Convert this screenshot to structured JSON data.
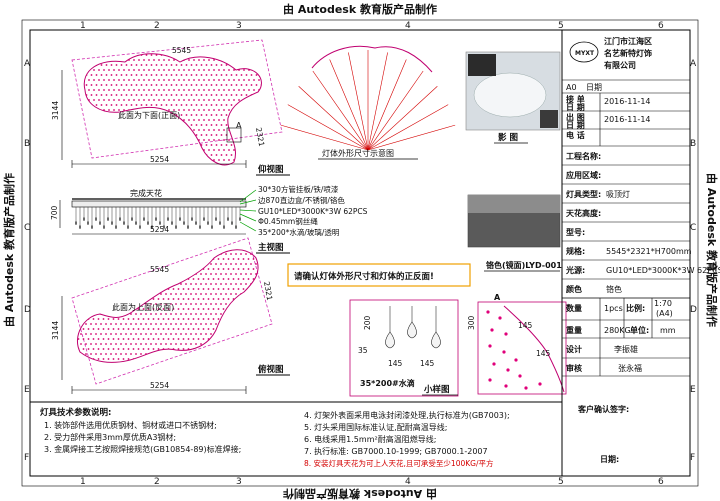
{
  "watermark": "由 Autodesk 教育版产品制作",
  "zones": {
    "columns": [
      "1",
      "2",
      "3",
      "4",
      "5",
      "6"
    ],
    "rows": [
      "A",
      "B",
      "C",
      "D",
      "E",
      "F"
    ]
  },
  "top_view": {
    "width_dim": "5545",
    "height_dim": "3144",
    "diag_dim": "2321",
    "bottom_dim": "5254",
    "note": "此面为下面(正面)",
    "detail_marker": "A",
    "title": "仰视图"
  },
  "shape_diagram": {
    "title": "灯体外形尺寸示意图"
  },
  "front_view": {
    "ceiling": "完成天花",
    "height_dim": "700",
    "width_dim": "5254",
    "title": "主视图",
    "specs": [
      "30*30方管挂板/铁/喷漆",
      "边870直边盒/不锈钢/铬色",
      "GU10*LED*3000K*3W 62PCS",
      "Φ0.45mm钢丝绳",
      "35*200*水滴/玻璃/透明"
    ]
  },
  "bottom_view": {
    "width_dim": "5545",
    "height_dim": "3144",
    "diag_dim": "2321",
    "bottom_dim": "5254",
    "note": "此面为上面(反面)",
    "title": "俯视图"
  },
  "notice": "请确认灯体外形尺寸和灯体的正反面!",
  "photo_caption": "影 图",
  "sample_caption": "铬色(镜面)LYD-001",
  "sample_view": {
    "dims": [
      "200",
      "35",
      "145",
      "145"
    ],
    "caption": "35*200#水滴",
    "title": "小样图"
  },
  "detail_a": {
    "title": "A",
    "dims": [
      "300",
      "145",
      "145"
    ]
  },
  "tech": {
    "title": "灯具技术参数说明:",
    "left": [
      "1. 装饰部件选用优质钢材、铜材或进口不锈钢材;",
      "2. 受力部件采用3mm厚优质A3钢材;",
      "3. 金属焊接工艺按照焊接规范(GB10854-89)标准焊接;"
    ],
    "right": [
      "4. 灯架外表面采用电泳封闭漆处理,执行标准为(GB7003);",
      "5. 灯头采用国际标准认证,配耐高温导线;",
      "6. 电线采用1.5mm²耐高温阻燃导线;",
      "7. 执行标准: GB7000.10-1999; GB7000.1-2007"
    ],
    "warning": "8. 安装灯具天花为可上人天花,且可承受至少100KG/平方"
  },
  "title_block": {
    "company_lines": [
      "江门市江海区",
      "名艺新特灯饰",
      "有限公司"
    ],
    "logo_text": "MYXT",
    "paper": "A0",
    "sheet": "日期",
    "rows": [
      {
        "label": "接 单\n日 期",
        "value": "2016-11-14"
      },
      {
        "label": "出 图\n日 期",
        "value": "2016-11-14"
      },
      {
        "label": "电 话",
        "value": ""
      }
    ],
    "fields": [
      {
        "label": "工程名称:",
        "value": ""
      },
      {
        "label": "应用区域:",
        "value": ""
      },
      {
        "label": "灯具类型:",
        "value": "吸顶灯"
      },
      {
        "label": "天花高度:",
        "value": ""
      },
      {
        "label": "型号:",
        "value": ""
      },
      {
        "label": "规格:",
        "value": "5545*2321*H700mm"
      },
      {
        "label": "光源:",
        "value": "GU10*LED*3000K*3W 62PCS"
      },
      {
        "label": "颜色",
        "value": "铬色"
      }
    ],
    "qty_label": "数量",
    "qty": "1pcs",
    "scale_label": "比例:",
    "scale": "1:70\n(A4)",
    "weight_label": "重量",
    "weight": "280KG",
    "unit_label": "单位:",
    "unit": "mm",
    "designer_label": "设计",
    "designer": "李振雄",
    "checker_label": "审核",
    "checker": "张永福",
    "client_label": "客户确认签字:",
    "date_label": "日期:"
  }
}
